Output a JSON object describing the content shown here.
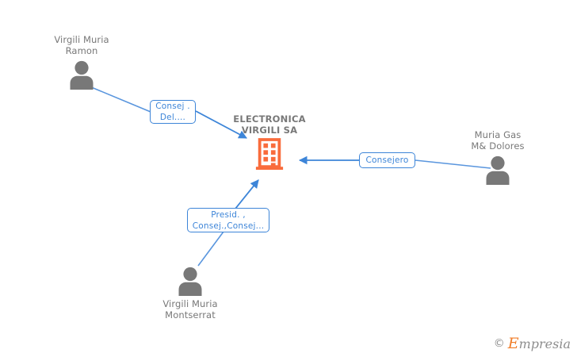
{
  "diagram": {
    "type": "corporate-relationship-network",
    "company": {
      "name": "ELECTRONICA\nVIRGILI SA",
      "icon": "building-icon",
      "color": "#f96c3c"
    },
    "people": [
      {
        "id": "virgili-muria-ramon",
        "name": "Virgili Muria\nRamon",
        "icon": "person-icon",
        "color": "#787878",
        "position": "top-left"
      },
      {
        "id": "muria-gas-m-dolores",
        "name": "Muria Gas\nM& Dolores",
        "icon": "person-icon",
        "color": "#787878",
        "position": "right"
      },
      {
        "id": "virgili-muria-montserrat",
        "name": "Virgili Muria\nMontserrat",
        "icon": "person-icon",
        "color": "#787878",
        "position": "bottom-left"
      }
    ],
    "relations": [
      {
        "id": "rel-consej-del",
        "label": "Consej .\nDel....",
        "from": "virgili-muria-ramon",
        "to": "company",
        "color": "#3d85d8"
      },
      {
        "id": "rel-consejero",
        "label": "Consejero",
        "from": "muria-gas-m-dolores",
        "to": "company",
        "color": "#3d85d8"
      },
      {
        "id": "rel-presid-consej",
        "label": "Presid. ,\nConsej.,Consej...",
        "from": "virgili-muria-montserrat",
        "to": "company",
        "color": "#3d85d8"
      }
    ]
  },
  "watermark": {
    "copyright": "©",
    "brand_initial": "E",
    "brand_rest": "mpresia"
  }
}
